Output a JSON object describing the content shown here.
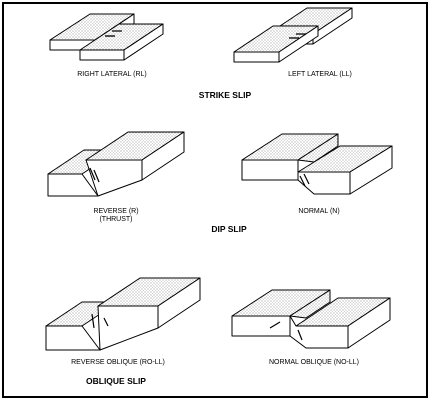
{
  "sections": {
    "strike_slip": {
      "title": "STRIKE SLIP",
      "right_lateral": "RIGHT LATERAL (RL)",
      "left_lateral": "LEFT LATERAL (LL)"
    },
    "dip_slip": {
      "title": "DIP SLIP",
      "reverse_line1": "REVERSE (R)",
      "reverse_line2": "(THRUST)",
      "normal": "NORMAL (N)"
    },
    "oblique_slip": {
      "title": "OBLIQUE SLIP",
      "reverse_oblique": "REVERSE OBLIQUE (RO-LL)",
      "normal_oblique": "NORMAL OBLIQUE (NO-LL)"
    }
  },
  "colors": {
    "ink": "#000000",
    "paper": "#ffffff",
    "shade": "#b0b0b0"
  }
}
